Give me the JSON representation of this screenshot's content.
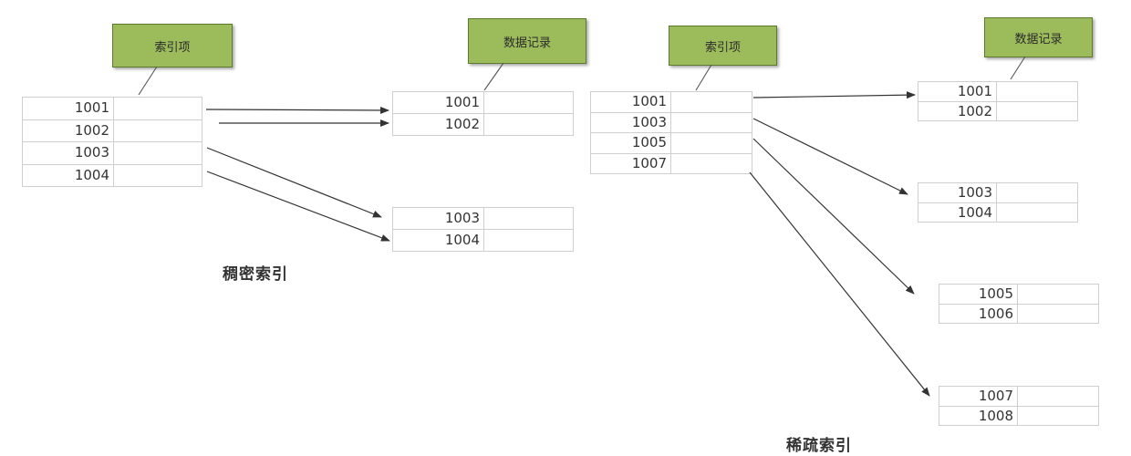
{
  "heading": "",
  "dense": {
    "index_label": "索引项",
    "record_label": "数据记录",
    "index_keys": [
      "1001",
      "1002",
      "1003",
      "1004"
    ],
    "record_blocks": [
      [
        "1001",
        "1002"
      ],
      [
        "1003",
        "1004"
      ]
    ],
    "caption": "稠密索引"
  },
  "sparse": {
    "index_label": "索引项",
    "record_label": "数据记录",
    "index_keys": [
      "1001",
      "1003",
      "1005",
      "1007"
    ],
    "record_blocks": [
      [
        "1001",
        "1002"
      ],
      [
        "1003",
        "1004"
      ],
      [
        "1005",
        "1006"
      ],
      [
        "1007",
        "1008"
      ]
    ],
    "caption": "稀疏索引"
  },
  "colors": {
    "callout_fill": "#9cbb5b",
    "arrow": "#444444",
    "grid": "#cfcfcf"
  }
}
